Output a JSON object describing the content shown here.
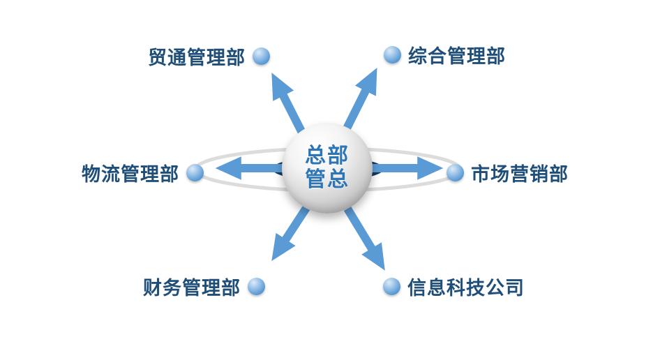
{
  "diagram": {
    "center": {
      "label_line1": "总部",
      "label_line2": "管总"
    },
    "departments": [
      {
        "id": "trade-management",
        "label": "贸通管理部",
        "position": "top-left"
      },
      {
        "id": "general-management",
        "label": "综合管理部",
        "position": "top-right"
      },
      {
        "id": "logistics-management",
        "label": "物流管理部",
        "position": "left"
      },
      {
        "id": "marketing",
        "label": "市场营销部",
        "position": "right"
      },
      {
        "id": "finance-management",
        "label": "财务管理部",
        "position": "bottom-left"
      },
      {
        "id": "info-tech-company",
        "label": "信息科技公司",
        "position": "bottom-right"
      }
    ],
    "colors": {
      "arrow": "#5B9BD5",
      "label_text": "#1F4E79",
      "ring_dark": "#17375E",
      "ring_light": "#DCDCDC",
      "center_text": "#2E75B6"
    }
  }
}
